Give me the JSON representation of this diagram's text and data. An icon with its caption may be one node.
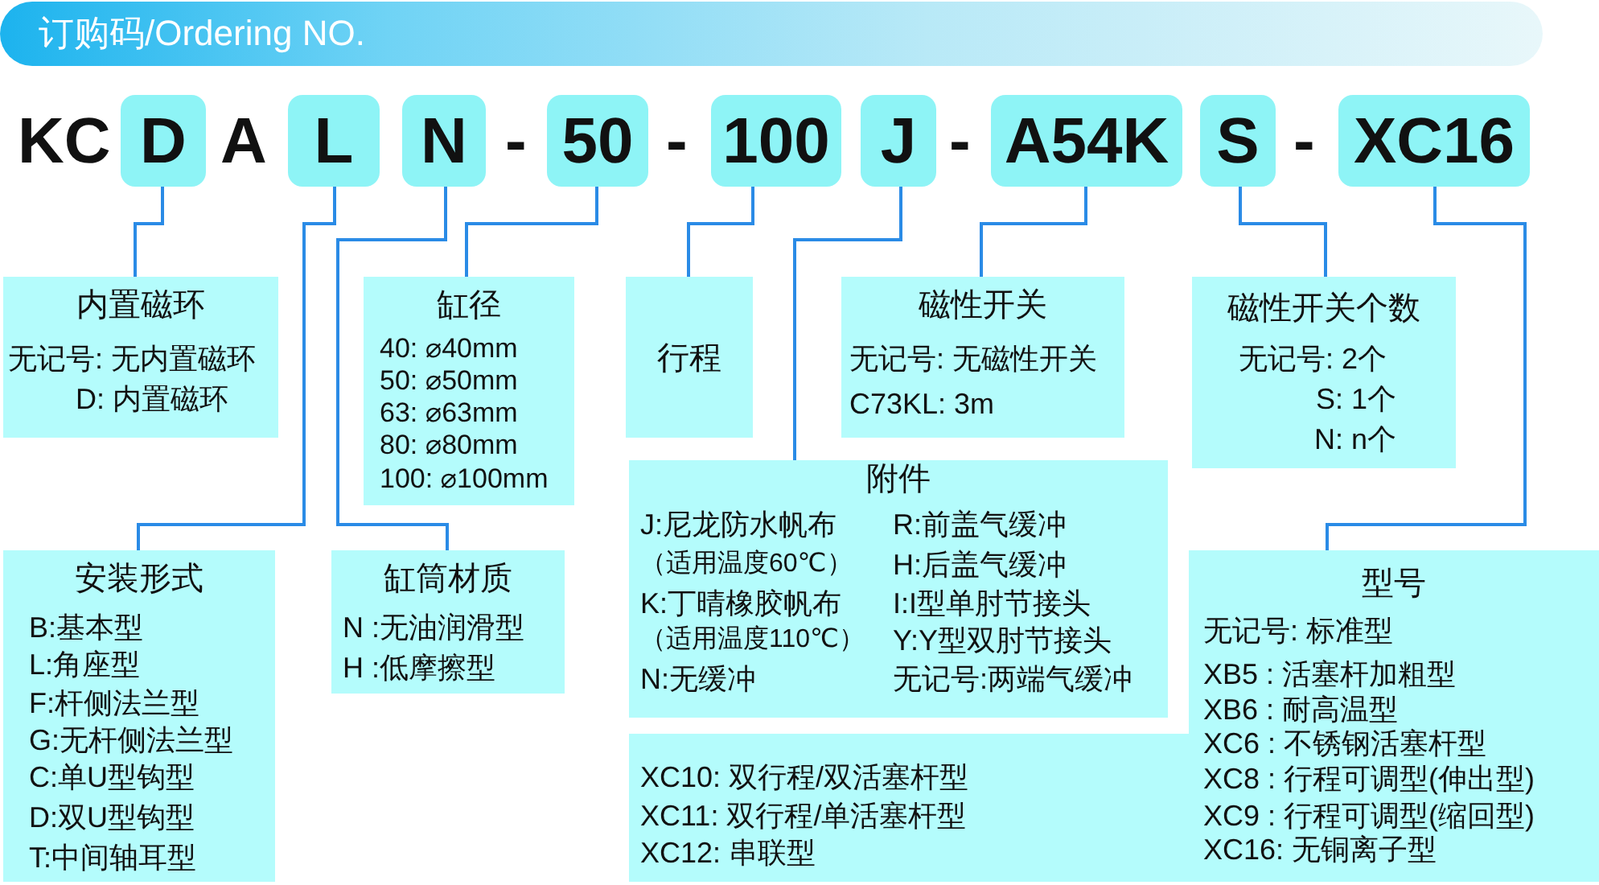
{
  "diagram": {
    "title": "订购码/Ordering NO.",
    "nodes": [
      {
        "text": [
          "D"
        ]
      },
      {
        "text": [
          "L"
        ]
      },
      {
        "text": [
          "N"
        ]
      },
      {
        "text": [
          "50"
        ]
      },
      {
        "text": [
          "100"
        ]
      },
      {
        "text": [
          "J"
        ]
      },
      {
        "text": [
          "A54K"
        ]
      },
      {
        "text": [
          "S"
        ]
      },
      {
        "text": [
          "XC16"
        ]
      },
      {
        "text": [
          "内置磁环",
          "无记号: 无内置磁环",
          "D: 内置磁环"
        ]
      },
      {
        "text": [
          "缸径",
          "40: ⌀40mm",
          "50: ⌀50mm",
          "63: ⌀63mm",
          "80: ⌀80mm",
          "100: ⌀100mm"
        ]
      },
      {
        "text": [
          "行程"
        ]
      },
      {
        "text": [
          "磁性开关",
          "无记号: 无磁性开关",
          "C73KL: 3m"
        ]
      },
      {
        "text": [
          "磁性开关个数",
          "无记号: 2个",
          "S: 1个",
          "N: n个"
        ]
      },
      {
        "text": [
          "附件",
          "J:尼龙防水帆布",
          "（适用温度60℃）",
          "K:丁晴橡胶帆布",
          "（适用温度110℃）",
          "N:无缓冲",
          "R:前盖气缓冲",
          "H:后盖气缓冲",
          "I:I型单肘节接头",
          "Y:Y型双肘节接头",
          "无记号:两端气缓冲"
        ]
      },
      {
        "text": [
          "安装形式",
          "B:基本型",
          "L:角座型",
          "F:杆侧法兰型",
          "G:无杆侧法兰型",
          "C:单U型钩型",
          "D:双U型钩型",
          "T:中间轴耳型"
        ]
      },
      {
        "text": [
          "缸筒材质",
          "N :无油润滑型",
          "H :低摩擦型"
        ]
      },
      {
        "text": [
          "型号",
          "无记号: 标准型",
          "XB5 : 活塞杆加粗型",
          "XB6 : 耐高温型",
          "XC6 : 不锈钢活塞杆型",
          "XC8 : 行程可调型(伸出型)",
          "XC9 : 行程可调型(缩回型)",
          "XC16: 无铜离子型"
        ]
      },
      {
        "text": [
          "XC10: 双行程/双活塞杆型",
          "XC11: 双行程/单活塞杆型",
          "XC12: 串联型"
        ]
      }
    ],
    "edges": [
      {
        "from": 0,
        "to": 9,
        "arrow": "none"
      },
      {
        "from": 1,
        "to": 15,
        "arrow": "none"
      },
      {
        "from": 2,
        "to": 16,
        "arrow": "none"
      },
      {
        "from": 3,
        "to": 10,
        "arrow": "none"
      },
      {
        "from": 4,
        "to": 11,
        "arrow": "none"
      },
      {
        "from": 5,
        "to": 14,
        "arrow": "none"
      },
      {
        "from": 6,
        "to": 12,
        "arrow": "none"
      },
      {
        "from": 7,
        "to": 13,
        "arrow": "none"
      },
      {
        "from": 8,
        "to": 17,
        "arrow": "none"
      }
    ],
    "labels": [
      "KC",
      "A",
      "-",
      "-",
      "-",
      "-"
    ]
  }
}
